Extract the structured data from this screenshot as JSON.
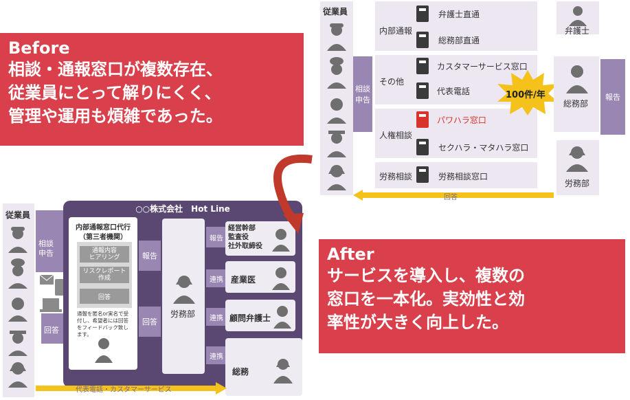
{
  "before": {
    "heading": "Before",
    "line1": "相談・通報窓口が複数存在、",
    "line2": "従業員にとって解りにくく、",
    "line3": "管理や運用も煩雑であった。",
    "employees_label": "従業員",
    "consult_label1": "相談",
    "consult_label2": "申告",
    "groups": {
      "internal": "内部通報",
      "other": "その他",
      "human_rights": "人権相談",
      "labor": "労務相談"
    },
    "windows": {
      "lawyer_direct": "弁護士直通",
      "general_affairs_direct": "総務部直通",
      "customer_service": "カスタマーサービス窓口",
      "main_phone": "代表電話",
      "power_harassment": "パワハラ窓口",
      "sexual_harassment": "セクハラ・マタハラ窓口",
      "labor_consult": "労務相談窓口"
    },
    "burst": "100件/年",
    "recipients": {
      "lawyer": "弁護士",
      "general_affairs": "総務部",
      "labor": "労務部"
    },
    "report_label": "報告",
    "answer_label": "回答"
  },
  "after": {
    "heading": "After",
    "line1": "サービスを導入し、複数の",
    "line2": "窓口を一本化。実効性と効",
    "line3": "率性が大きく向上した。",
    "employees_label": "従業員",
    "consult_label1": "相談",
    "consult_label2": "申告",
    "answer_left": "回答",
    "hotline_title": "○○株式会社　Hot Line",
    "agency_title1": "内部通報窓口代行",
    "agency_title2": "（第三者機関）",
    "steps": [
      "通報内容\nヒアリング",
      "リスクレポート\n作成",
      "回答"
    ],
    "note": "通報を匿名or実名で受付し、希望者には回答をフィードバック致します。",
    "report_label": "報告",
    "answer_label": "回答",
    "labor_dept": "労務部",
    "outputs": [
      {
        "link": "報告",
        "label": "経営幹部\n監査役\n社外取締役"
      },
      {
        "link": "連携",
        "label": "産業医"
      },
      {
        "link": "連携",
        "label": "顧問弁護士"
      },
      {
        "link": "連携",
        "label": "総務"
      }
    ],
    "bottom_arrow": "代表電話・カスタマーサービス"
  },
  "colors": {
    "red_callout": "#d9404b",
    "lavender": "#ece7f1",
    "purple": "#7f6a99",
    "yellow": "#f4c21a"
  }
}
